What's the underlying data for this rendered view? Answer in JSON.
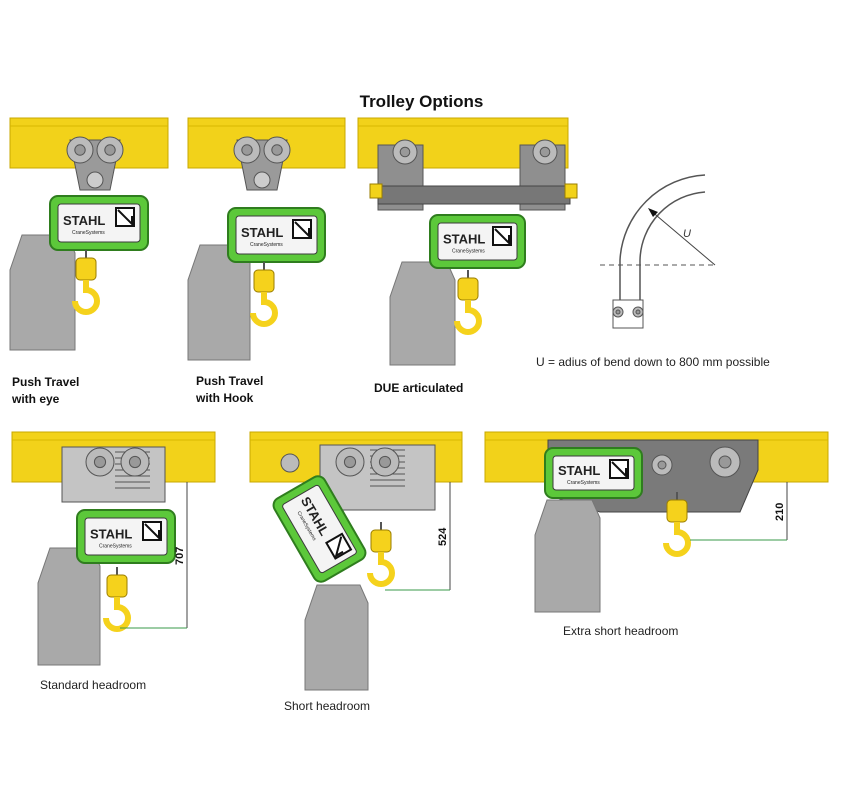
{
  "title": "Trolley Options",
  "brand": {
    "name": "STAHL",
    "sub": "CraneSystems"
  },
  "colors": {
    "beam": "#f2d21a",
    "hoist": "#5cc83a",
    "motor": "#a9a9a9",
    "hook": "#f5d21c",
    "trolley": "#8a8a8a",
    "dimension": "#3a9a4a"
  },
  "options": [
    {
      "label_line1": "Push Travel",
      "label_line2": "with eye"
    },
    {
      "label_line1": "Push Travel",
      "label_line2": "with Hook"
    },
    {
      "label": "DUE articulated"
    },
    {
      "label": "Standard headroom",
      "dimension": "707"
    },
    {
      "label": "Short headroom",
      "dimension": "524"
    },
    {
      "label": "Extra short headroom",
      "dimension": "210"
    }
  ],
  "bend": {
    "symbol": "U",
    "note": "U = adius of bend down to 800 mm possible"
  }
}
